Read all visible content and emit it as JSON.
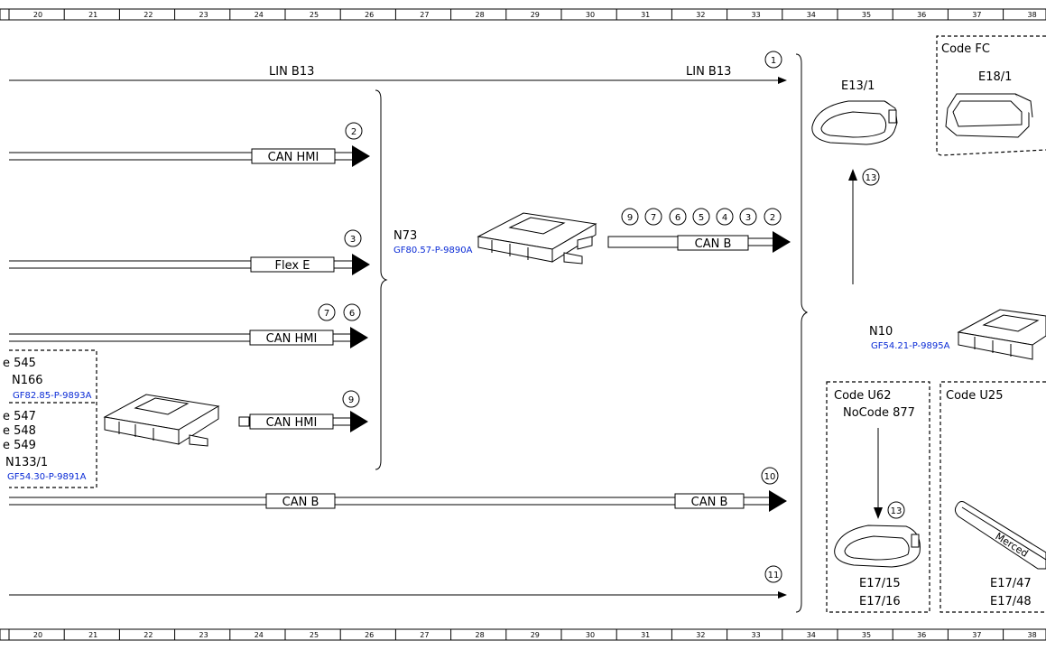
{
  "ruler": {
    "top": [
      "20",
      "21",
      "22",
      "23",
      "24",
      "25",
      "26",
      "27",
      "28",
      "29",
      "30",
      "31",
      "32",
      "33",
      "34",
      "35",
      "36",
      "37",
      "38"
    ],
    "bottom": [
      "20",
      "21",
      "22",
      "23",
      "24",
      "25",
      "26",
      "27",
      "28",
      "29",
      "30",
      "31",
      "32",
      "33",
      "34",
      "35",
      "36",
      "37",
      "38"
    ]
  },
  "buses": {
    "lin_left": "LIN B13",
    "lin_right": "LIN B13",
    "can_hmi_1": "CAN HMI",
    "flex_e": "Flex E",
    "can_hmi_2": "CAN HMI",
    "can_hmi_3": "CAN HMI",
    "can_b_n73": "CAN B",
    "can_b_left": "CAN B",
    "can_b_right": "CAN B"
  },
  "markers": {
    "m1": "1",
    "m2": "2",
    "m3": "3",
    "m7a": "7",
    "m6a": "6",
    "m9a": "9",
    "m10": "10",
    "m11": "11",
    "row": [
      "9",
      "7",
      "6",
      "5",
      "4",
      "3",
      "2"
    ],
    "m13a": "13",
    "m13b": "13"
  },
  "components": {
    "n73_name": "N73",
    "n73_ref": "GF80.57-P-9890A",
    "n10_name": "N10",
    "n10_ref": "GF54.21-P-9895A",
    "e13_1": "E13/1",
    "e18_1": "E18/1",
    "e17_15": "E17/15",
    "e17_16": "E17/16",
    "e17_47": "E17/47",
    "e17_48": "E17/48",
    "n166": "N166",
    "n166_ref": "GF82.85-P-9893A",
    "n133_1": "N133/1",
    "n133_ref": "GF54.30-P-9891A",
    "mercedes_text": "Merced"
  },
  "codes": {
    "code_fc": "Code FC",
    "code_u62": "Code U62",
    "nocode_877": "NoCode 877",
    "code_u25": "Code U25",
    "e545": "e 545",
    "e547": "e 547",
    "e548": "e 548",
    "e549": "e 549"
  }
}
